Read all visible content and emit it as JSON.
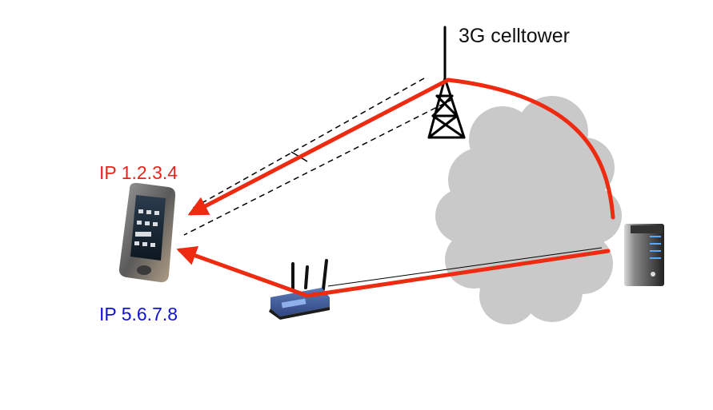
{
  "labels": {
    "tower": "3G celltower",
    "ip_cellular": "IP 1.2.3.4",
    "ip_wifi": "IP 5.6.7.8"
  },
  "colors": {
    "path": "#ee2a10",
    "cellular_ip": "#e8231a",
    "wifi_ip": "#1010dd",
    "cloud": "#c9c9c9"
  },
  "icons": [
    "cell-tower-icon",
    "smartphone-icon",
    "wifi-router-icon",
    "server-icon",
    "cloud-icon"
  ]
}
